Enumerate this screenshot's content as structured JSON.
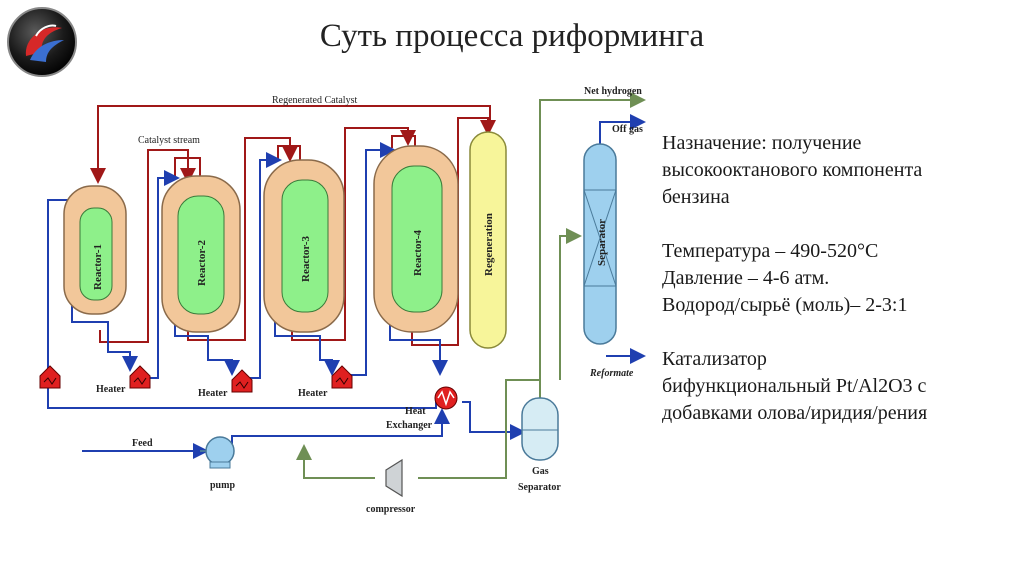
{
  "slide": {
    "title": "Суть процесса риформинга"
  },
  "diagram": {
    "labels": {
      "regenerated_catalyst": "Regenerated Catalyst",
      "catalyst_stream": "Catalyst stream",
      "net_hydrogen": "Net hydrogen",
      "off_gas": "Off gas",
      "reformate": "Reformate",
      "reactor_1": "Reactor-1",
      "reactor_2": "Reactor-2",
      "reactor_3": "Reactor-3",
      "reactor_4": "Reactor-4",
      "regeneration": "Regeneration",
      "separator": "Separator",
      "heater": "Heater",
      "heat_exchanger_1": "Heat",
      "heat_exchanger_2": "Exchanger",
      "feed": "Feed",
      "pump": "pump",
      "gas_separator_1": "Gas",
      "gas_separator_2": "Separator",
      "compressor": "compressor"
    },
    "colors": {
      "catalyst_line": "#a01818",
      "process_line": "#1f3fb0",
      "gas_line": "#6f8f55",
      "reactor_shell": "#f2c79a",
      "reactor_core": "#8ef08a",
      "regeneration_fill": "#f7f59a",
      "separator_fill": "#9ed0ee",
      "heater_fill": "#e02020"
    }
  },
  "notes": {
    "purpose": [
      "Назначение: получение",
      "высокооктанового компонента",
      "бензина"
    ],
    "conditions": [
      "Температура – 490-520°С",
      "Давление – 4-6 атм.",
      "Водород/сырьё (моль)– 2-3:1"
    ],
    "catalyst": [
      "Катализатор",
      "бифункциональный Pt/Al2O3 с",
      "добавками олова/иридия/рения"
    ]
  }
}
